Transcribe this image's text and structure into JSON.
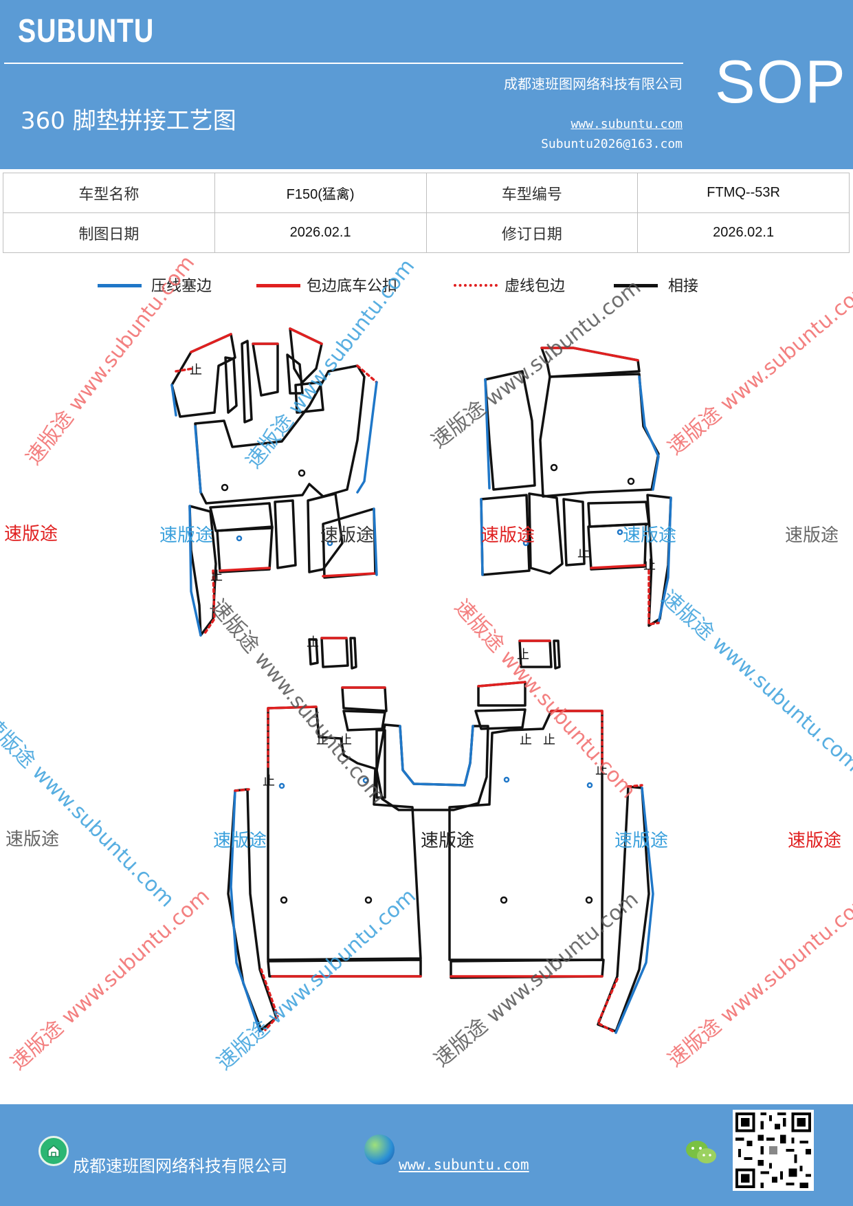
{
  "header": {
    "brand": "SUBUNTU",
    "company": "成都速班图网络科技有限公司",
    "title": "360 脚垫拼接工艺图",
    "url": "www.subuntu.com",
    "email": "Subuntu2026@163.com",
    "badge": "SOP"
  },
  "info_table": {
    "row1": {
      "model_name_label": "车型名称",
      "model_name": "F150(猛禽)",
      "model_code_label": "车型编号",
      "model_code": "FTMQ--53R"
    },
    "row2": {
      "draw_date_label": "制图日期",
      "draw_date": "2026.02.1",
      "revise_date_label": "修订日期",
      "revise_date": "2026.02.1"
    }
  },
  "legend": [
    {
      "label": "压线塞边",
      "color": "#1f77c8",
      "style": "solid"
    },
    {
      "label": "包边底车公扣",
      "color": "#e02020",
      "style": "solid"
    },
    {
      "label": "虚线包边",
      "color": "#e02020",
      "style": "dotted"
    },
    {
      "label": "相接",
      "color": "#111111",
      "style": "solid"
    }
  ],
  "diagram": {
    "mark": "止",
    "watermark_brand": "速版途",
    "watermark_diag": "速版途 www.subuntu.com",
    "colors": {
      "blue": "#1f77c8",
      "red": "#e02020",
      "black": "#111111"
    }
  },
  "footer": {
    "company": "成都速班图网络科技有限公司",
    "url": "www.subuntu.com",
    "icons": [
      "home-icon",
      "globe-icon",
      "wechat-icon",
      "qr-code"
    ]
  }
}
